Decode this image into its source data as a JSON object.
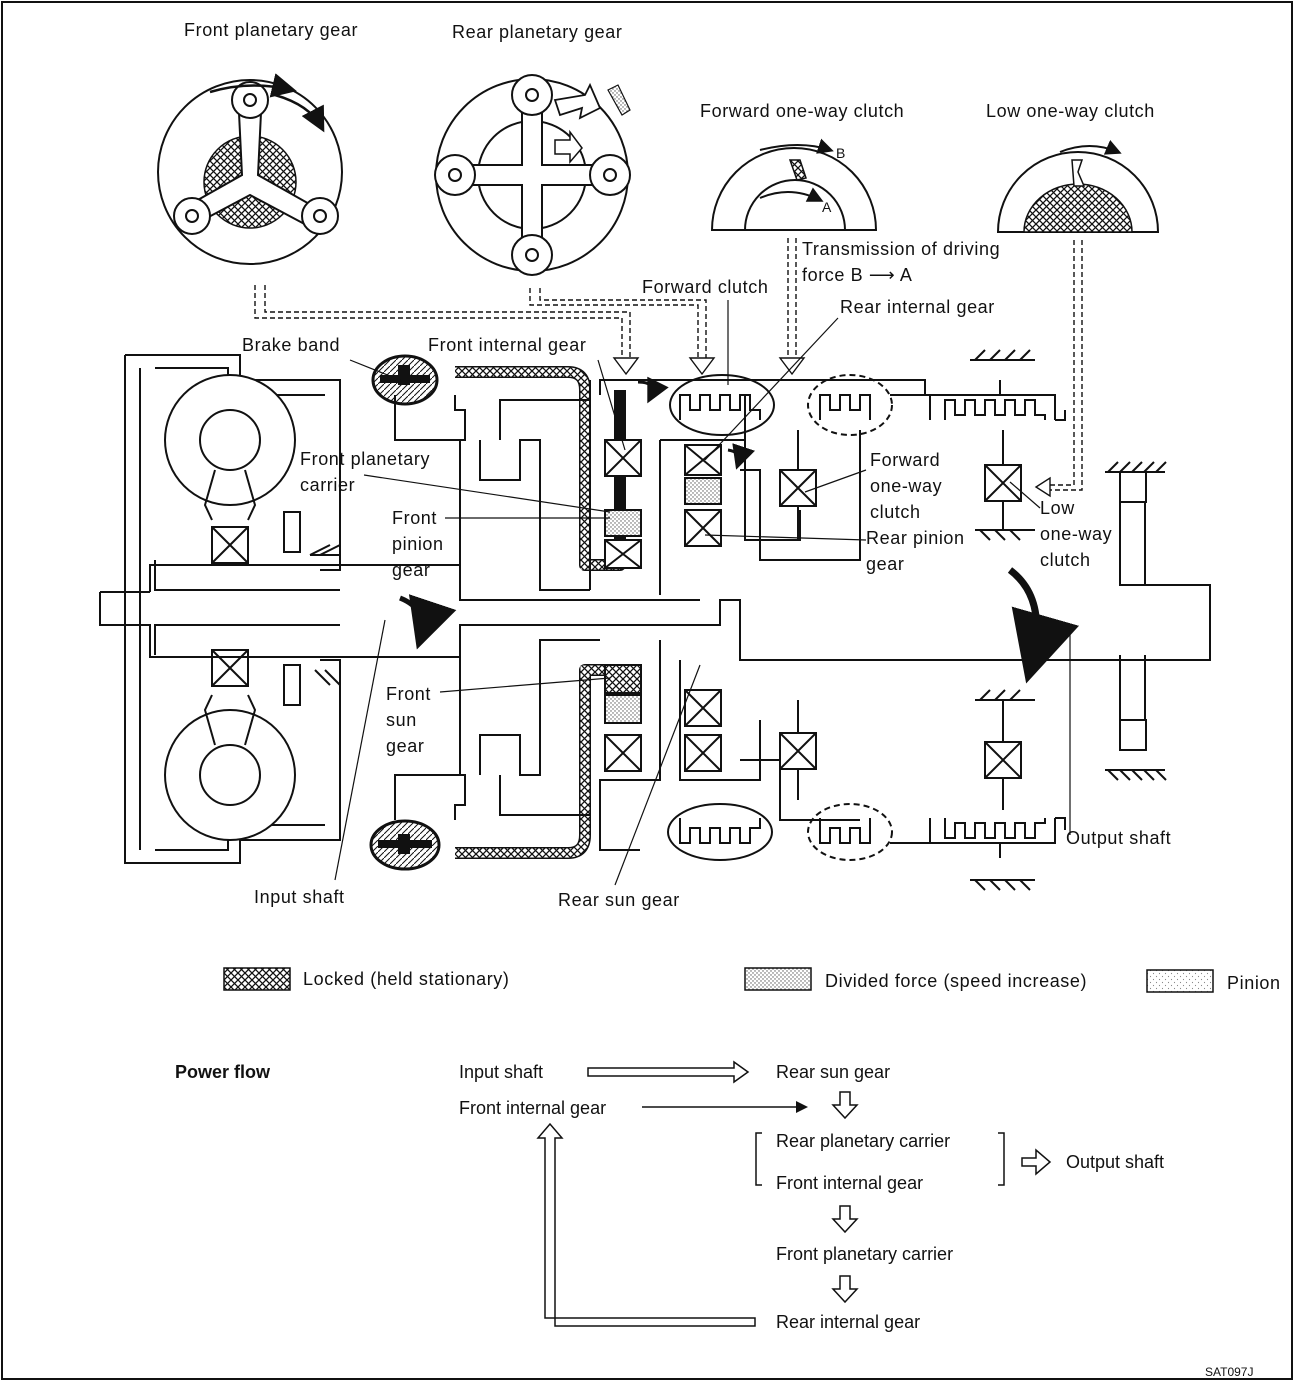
{
  "diagram": {
    "top_views": {
      "front_planetary_gear": "Front planetary gear",
      "rear_planetary_gear": "Rear planetary gear",
      "forward_one_way_clutch": "Forward one-way clutch",
      "low_one_way_clutch": "Low one-way clutch",
      "letter_a": "A",
      "letter_b": "B"
    },
    "labels": {
      "transmission_line1": "Transmission of driving",
      "transmission_line2": "force B ⟶ A",
      "forward_clutch": "Forward clutch",
      "rear_internal_gear": "Rear internal gear",
      "brake_band": "Brake band",
      "front_internal_gear": "Front internal gear",
      "front_planetary_carrier_1": "Front planetary",
      "front_planetary_carrier_2": "carrier",
      "front_pinion_gear_1": "Front",
      "front_pinion_gear_2": "pinion",
      "front_pinion_gear_3": "gear",
      "forward_owc_1": "Forward",
      "forward_owc_2": "one-way",
      "forward_owc_3": "clutch",
      "rear_pinion_gear_1": "Rear pinion",
      "rear_pinion_gear_2": "gear",
      "low_owc_1": "Low",
      "low_owc_2": "one-way",
      "low_owc_3": "clutch",
      "front_sun_gear_1": "Front",
      "front_sun_gear_2": "sun",
      "front_sun_gear_3": "gear",
      "output_shaft": "Output shaft",
      "input_shaft": "Input shaft",
      "rear_sun_gear": "Rear sun gear"
    },
    "legend": [
      {
        "pattern": "crosshatch",
        "label": "Locked (held stationary)"
      },
      {
        "pattern": "dotted",
        "label": "Divided force (speed increase)"
      },
      {
        "pattern": "light",
        "label": "Pinion"
      }
    ],
    "power_flow": {
      "title": "Power flow",
      "input_shaft": "Input shaft",
      "rear_sun_gear": "Rear sun gear",
      "front_internal_gear": "Front internal gear",
      "rear_planetary_carrier": "Rear planetary carrier",
      "front_internal_gear_2": "Front internal gear",
      "output_shaft": "Output shaft",
      "front_planetary_carrier": "Front planetary carrier",
      "rear_internal_gear": "Rear internal gear"
    },
    "figure_code": "SAT097J"
  }
}
